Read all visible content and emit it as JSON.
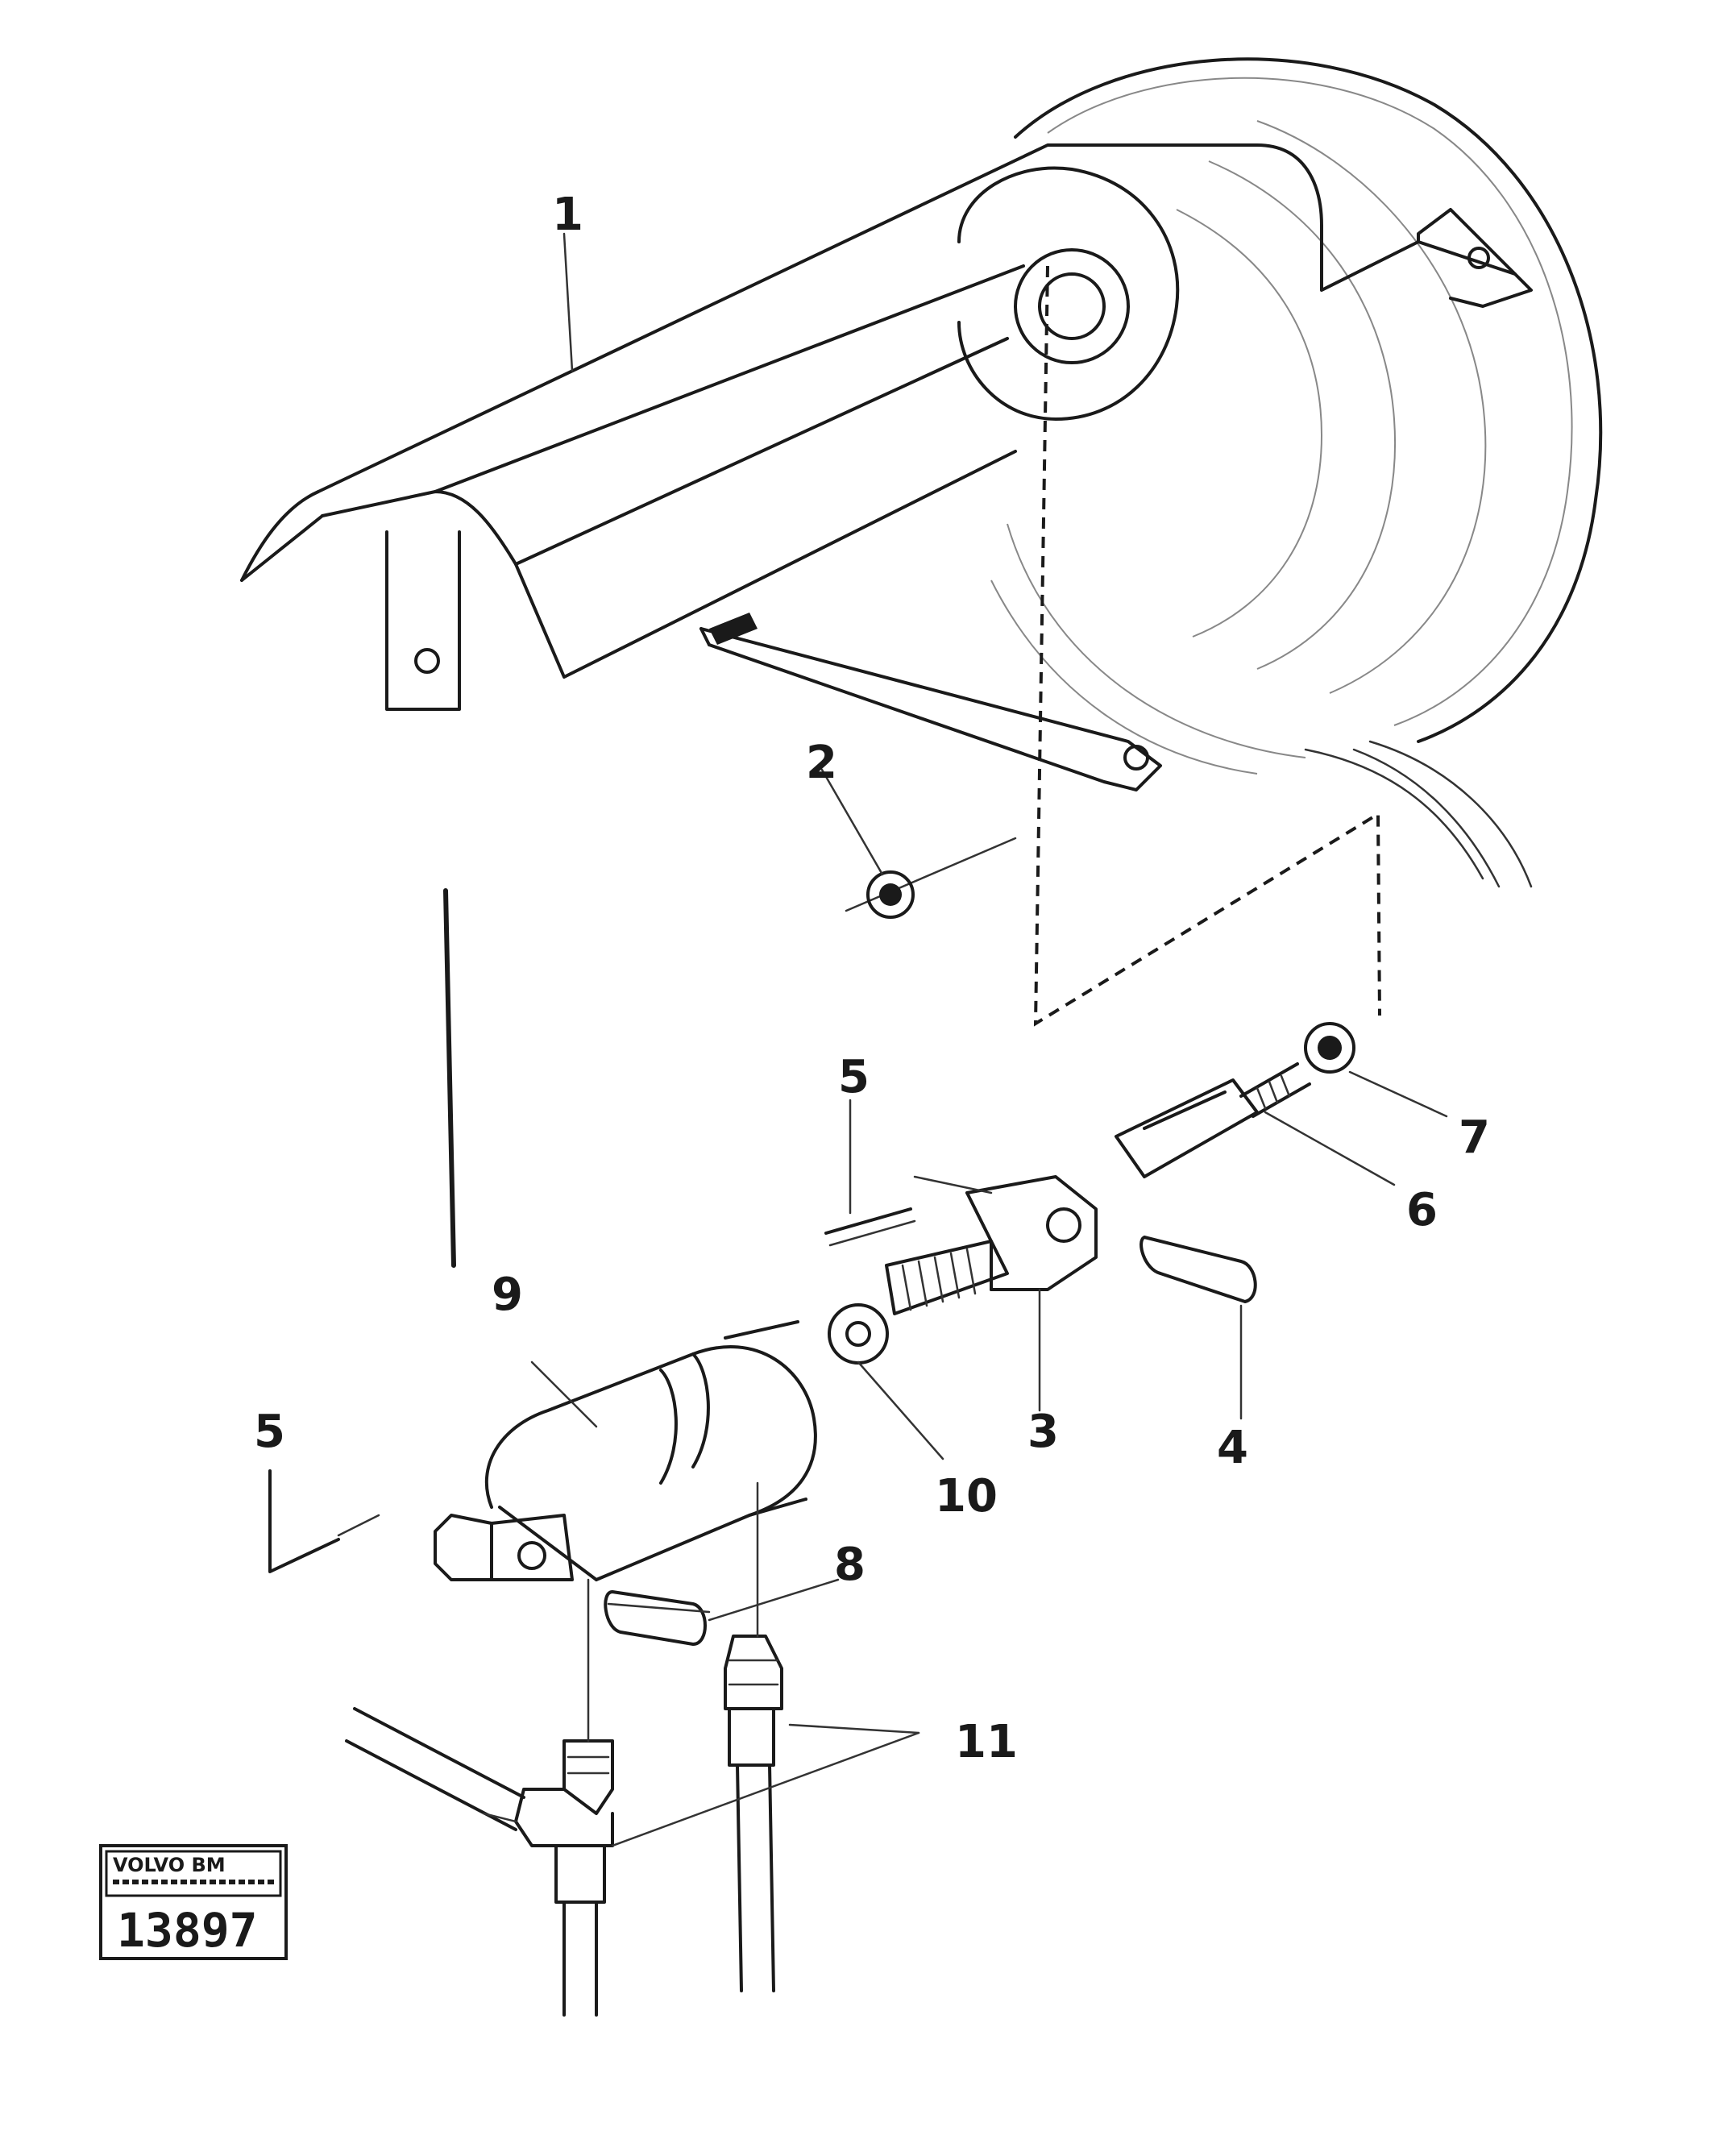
{
  "labels": {
    "l1": "1",
    "l2": "2",
    "l3": "3",
    "l4": "4",
    "l5a": "5",
    "l5b": "5",
    "l6": "6",
    "l7": "7",
    "l8": "8",
    "l9": "9",
    "l10": "10",
    "l11": "11"
  },
  "stamp": {
    "brand": "VOLVO BM",
    "number": "13897"
  }
}
